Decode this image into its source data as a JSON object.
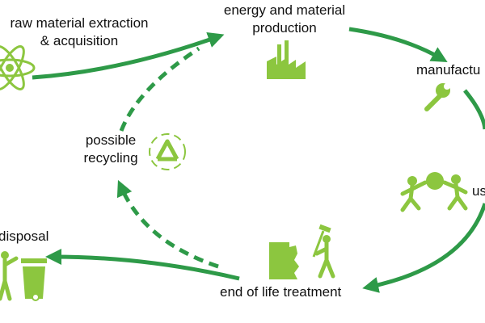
{
  "labels": {
    "raw_line1": "raw material extraction",
    "raw_line2": "& acquisition",
    "energy_line1": "energy and material",
    "energy_line2": "production",
    "manufacture": "manufactu",
    "use": "us",
    "end_of_life": "end of life treatment",
    "recycling_line1": "possible",
    "recycling_line2": "recycling",
    "disposal": "disposal"
  },
  "icons": {
    "raw": "atom-icon",
    "energy": "factory-icon",
    "manufacture": "wrench-icon",
    "use": "people-playing-ball-icon",
    "end_of_life": "demolition-worker-icon",
    "recycling": "recycle-icon",
    "disposal": "trash-bin-icon"
  },
  "colors": {
    "icon_green": "#8cc63f",
    "arrow_green": "#2e9a48",
    "text": "#111111"
  }
}
